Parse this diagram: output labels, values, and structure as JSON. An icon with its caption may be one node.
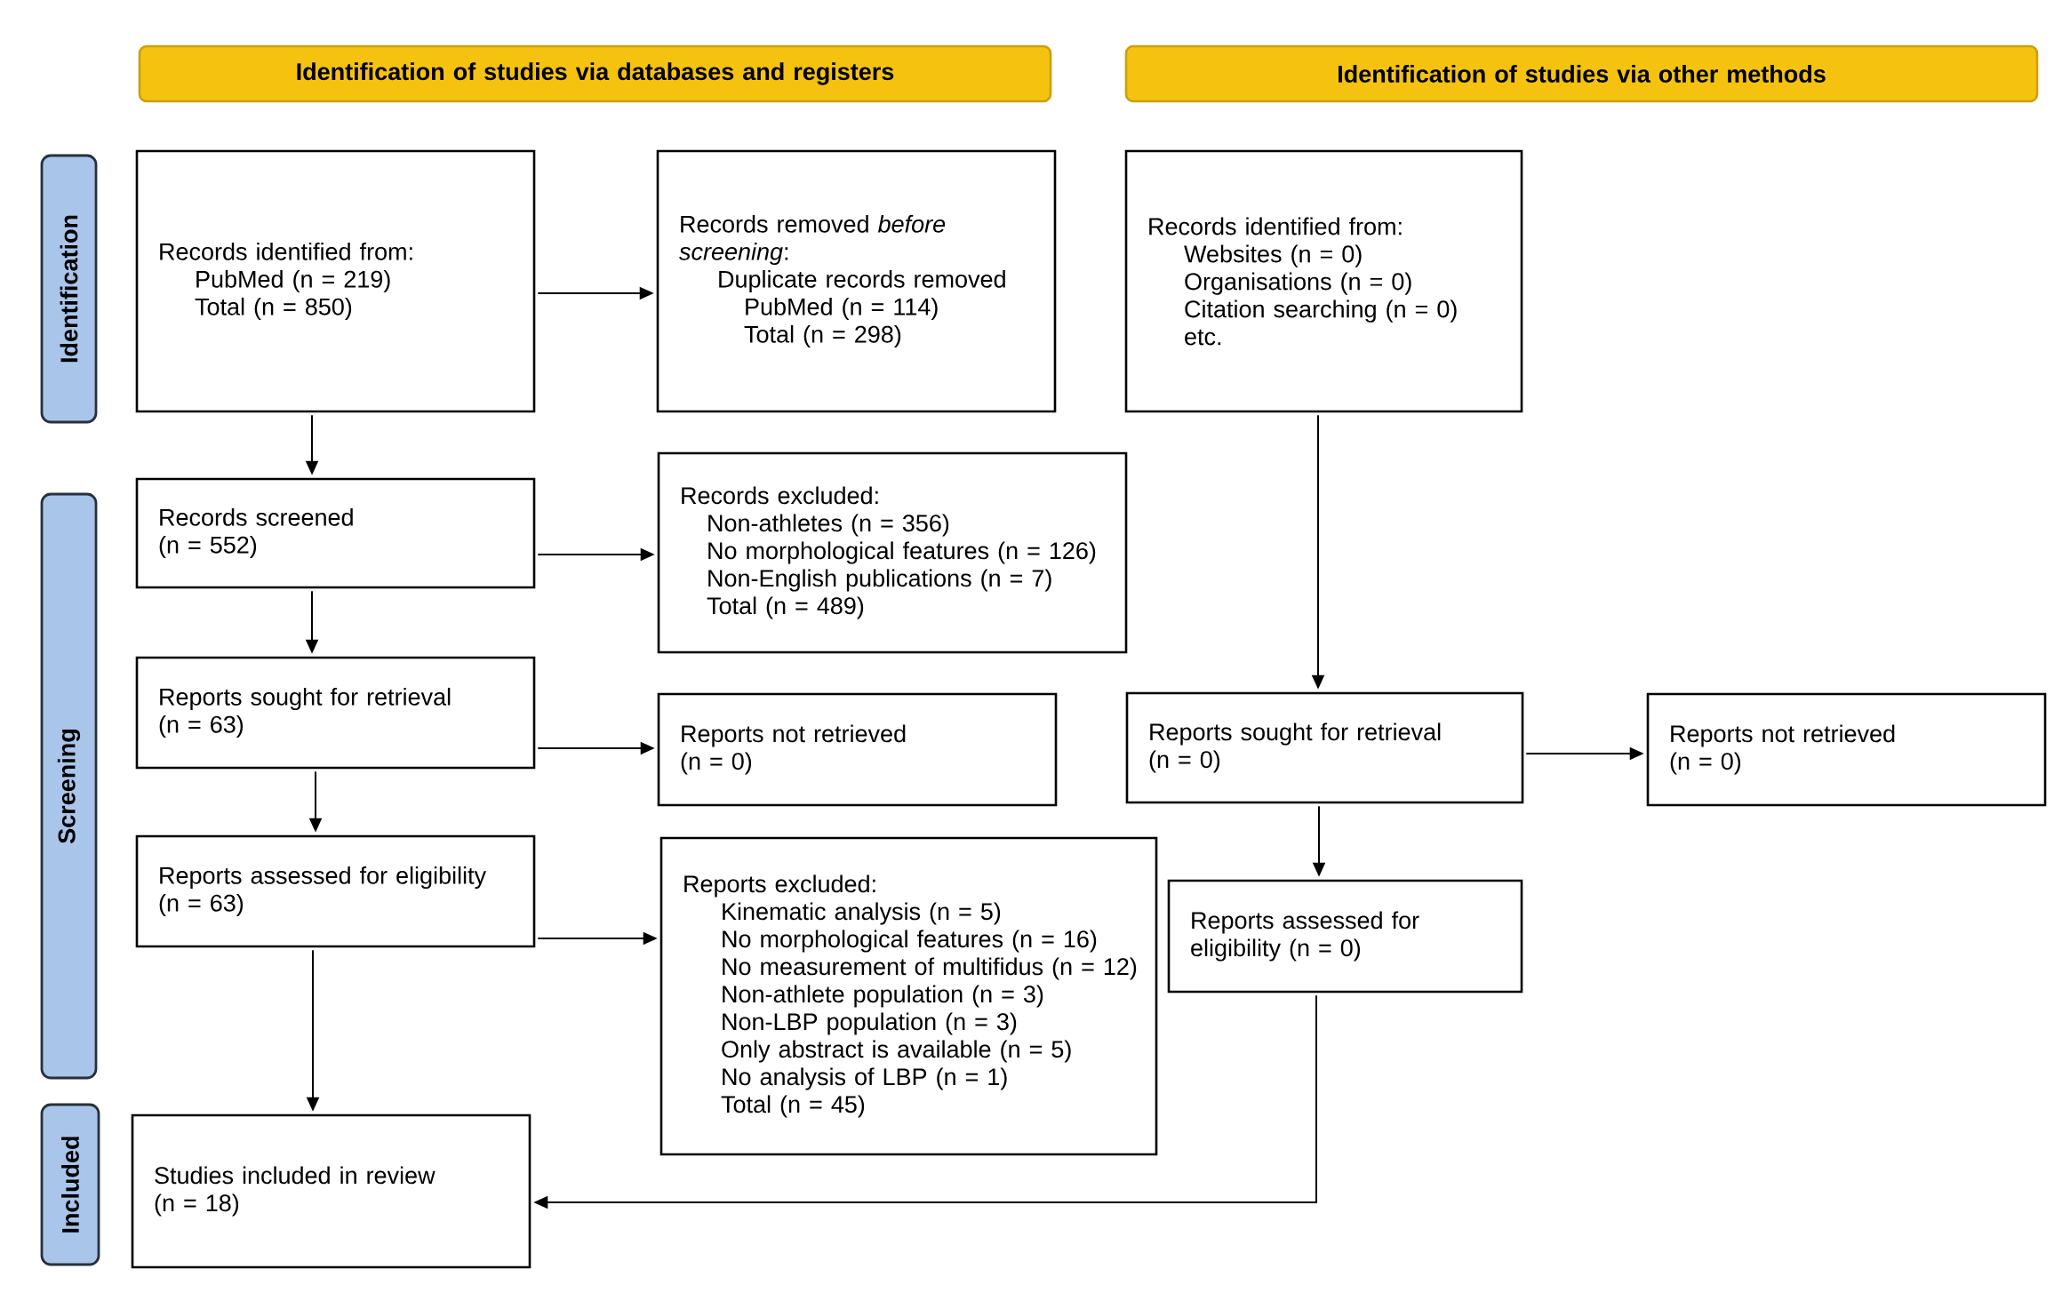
{
  "diagram": {
    "nodes": [
      {
        "text": [
          "Identification of studies via databases and registers"
        ]
      },
      {
        "text": [
          "Identification of studies via other methods"
        ]
      },
      {
        "text": [
          "Identification"
        ]
      },
      {
        "text": [
          "Records identified from:",
          "PubMed (n = 219)",
          "Total (n = 850)"
        ]
      },
      {
        "text": [
          "Records removed *before screening*:",
          "Duplicate records removed",
          "PubMed (n = 114)",
          "Total (n = 298)"
        ]
      },
      {
        "text": [
          "Records identified from:",
          "Websites (n = 0)",
          "Organisations (n = 0)",
          "Citation searching (n = 0)",
          "etc."
        ]
      },
      {
        "text": [
          "Screening"
        ]
      },
      {
        "text": [
          "Records screened",
          "(n = 552)"
        ]
      },
      {
        "text": [
          "Records excluded:",
          "Non-athletes (n = 356)",
          "No morphological features (n = 126)",
          "Non-English publications (n = 7)",
          "Total (n = 489)"
        ]
      },
      {
        "text": [
          "Reports sought for retrieval",
          "(n = 63)"
        ]
      },
      {
        "text": [
          "Reports not retrieved",
          "(n = 0)"
        ]
      },
      {
        "text": [
          "Reports sought for retrieval",
          "(n = 0)"
        ]
      },
      {
        "text": [
          "Reports not retrieved",
          "(n = 0)"
        ]
      },
      {
        "text": [
          "Reports assessed for eligibility",
          "(n = 63)"
        ]
      },
      {
        "text": [
          "Reports excluded:",
          "Kinematic analysis (n = 5)",
          "No morphological features (n = 16)",
          "No measurement of multifidus (n = 12)",
          "Non-athlete population (n = 3)",
          "Non-LBP population (n = 3)",
          "Only abstract is available (n = 5)",
          "No analysis of LBP (n = 1)",
          "Total (n = 45)"
        ]
      },
      {
        "text": [
          "Reports assessed for eligibility (n = 0)"
        ]
      },
      {
        "text": [
          "Included"
        ]
      },
      {
        "text": [
          "Studies included in review",
          "(n = 18)"
        ]
      }
    ],
    "edges": [
      {
        "from": 3,
        "to": 4,
        "arrow": "to"
      },
      {
        "from": 3,
        "to": 7,
        "arrow": "to"
      },
      {
        "from": 5,
        "to": 11,
        "arrow": "to"
      },
      {
        "from": 7,
        "to": 8,
        "arrow": "to"
      },
      {
        "from": 7,
        "to": 9,
        "arrow": "to"
      },
      {
        "from": 9,
        "to": 10,
        "arrow": "to"
      },
      {
        "from": 11,
        "to": 12,
        "arrow": "to"
      },
      {
        "from": 9,
        "to": 13,
        "arrow": "to"
      },
      {
        "from": 11,
        "to": 15,
        "arrow": "to"
      },
      {
        "from": 13,
        "to": 14,
        "arrow": "to"
      },
      {
        "from": 13,
        "to": 17,
        "arrow": "to"
      },
      {
        "from": 15,
        "to": 17,
        "arrow": "to"
      }
    ]
  }
}
